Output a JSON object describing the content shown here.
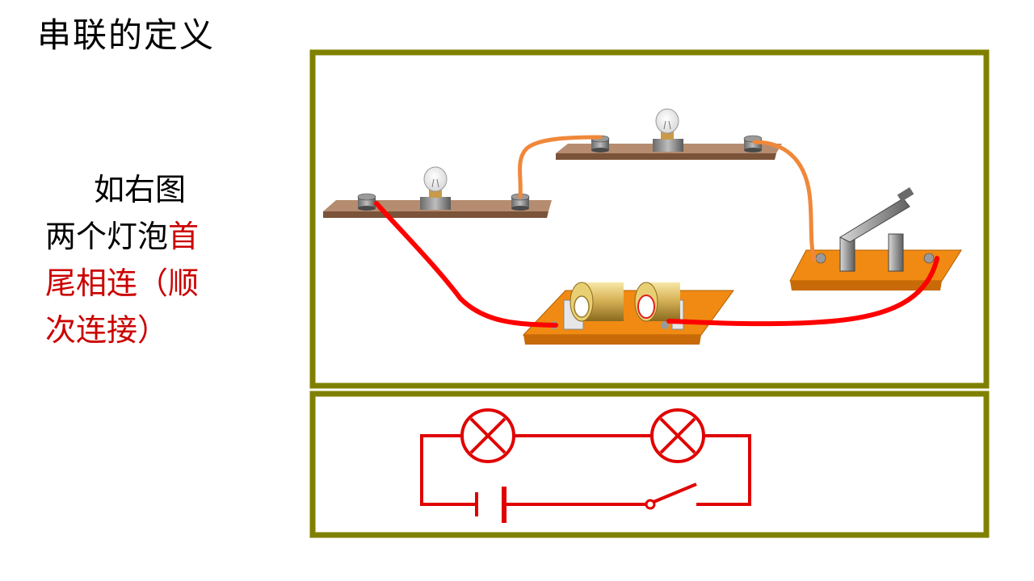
{
  "title": "串联的定义",
  "description": {
    "line1": "如右图",
    "line2_black": "两个灯泡",
    "line2_red": "首",
    "line3_red": "尾相连（顺",
    "line4_red": "次连接）"
  },
  "colors": {
    "frame": "#808000",
    "text_highlight": "#cc0000",
    "schematic_wire": "#e00000",
    "red_wire": "#ff0000",
    "orange_wire": "#f0883a",
    "board": "#9b7258",
    "base_orange": "#f08a12"
  },
  "components": {
    "photo": [
      "bulb-holder",
      "bulb-holder",
      "battery-holder",
      "knife-switch"
    ],
    "schematic": [
      "lamp",
      "lamp",
      "cell",
      "switch"
    ]
  }
}
